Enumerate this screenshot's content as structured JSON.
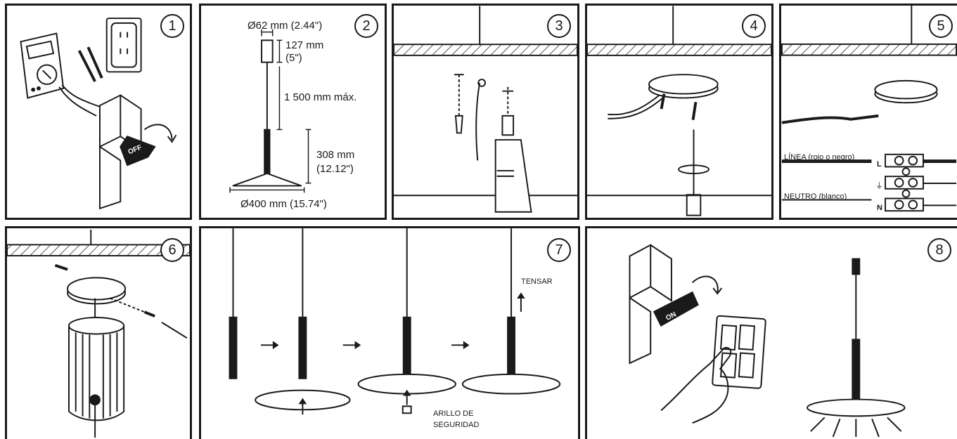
{
  "steps": [
    "1",
    "2",
    "3",
    "4",
    "5",
    "6",
    "7",
    "8"
  ],
  "dimensions": {
    "canopy_diameter": "Ø62 mm (2.44\")",
    "canopy_height": "127 mm",
    "canopy_height_in": "(5\")",
    "cable_length": "1 500 mm máx.",
    "body_height": "308 mm",
    "body_height_in": "(12.12\")",
    "shade_diameter": "Ø400 mm (15.74\")"
  },
  "switch": {
    "off_label": "OFF",
    "on_label": "ON"
  },
  "wiring": {
    "line_label": "LÍNEA (rojo o negro)",
    "line_terminal": "L",
    "neutral_label": "NEUTRO (blanco)",
    "neutral_terminal": "N",
    "ground_symbol": "⏚"
  },
  "assembly": {
    "tension_label": "TENSAR",
    "ring_label_1": "ARILLO DE",
    "ring_label_2": "SEGURIDAD"
  }
}
